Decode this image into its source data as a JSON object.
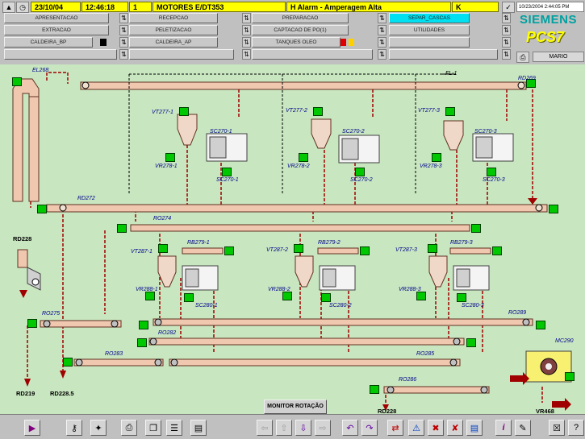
{
  "header": {
    "date": "23/10/04",
    "time": "12:46:18",
    "count": "1",
    "area_title": "MOTORES E/DT353",
    "alarm_text": "H Alarm - Amperagem Alta",
    "alarm_class": "K",
    "datetime_display": "10/23/2004 2:44:05 PM",
    "user": "MARIO"
  },
  "nav": {
    "row1": [
      "APRESENTACAO",
      "RECEPCAO",
      "PREPARACAO",
      "SEPAR_CASCAS"
    ],
    "row2": [
      "EXTRACAO",
      "PELETIZACAO",
      "CAPTACAO DE PO(1)",
      "UTILIDADES"
    ],
    "row3": [
      "CALDEIRA_BP",
      "CALDEIRA_AP",
      "TANQUES OLEO",
      ""
    ]
  },
  "brand": {
    "name": "SIEMENS",
    "product": "PCS7"
  },
  "process": {
    "equipment": [
      "EL268",
      "FL-1",
      "RD269",
      "VT277-1",
      "SC270-1",
      "VR278-1",
      "SC270-1",
      "VT277-2",
      "SC270-2",
      "VR278-2",
      "SC270-2",
      "VT277-3",
      "SC270-3",
      "VR278-3",
      "SC270-3",
      "RD272",
      "RO274",
      "RD228",
      "VT287-1",
      "RB279-1",
      "VR288-1",
      "SC280-1",
      "VT287-2",
      "RB279-2",
      "VR288-2",
      "SC280-2",
      "VT287-3",
      "RB279-3",
      "VR288-3",
      "SC280-3",
      "RO275",
      "RO289",
      "RO282",
      "RO283",
      "RO285",
      "MC290",
      "RO286",
      "RD219",
      "RD228.5",
      "RD228",
      "VR468"
    ],
    "monitor_button": "MONITOR ROTAÇÃO"
  },
  "colors": {
    "background": "#c8e6c0",
    "conveyor": "#f0c8b0",
    "motor": "#00c800",
    "alarm": "#ffff00",
    "pipe": "#a00000"
  }
}
